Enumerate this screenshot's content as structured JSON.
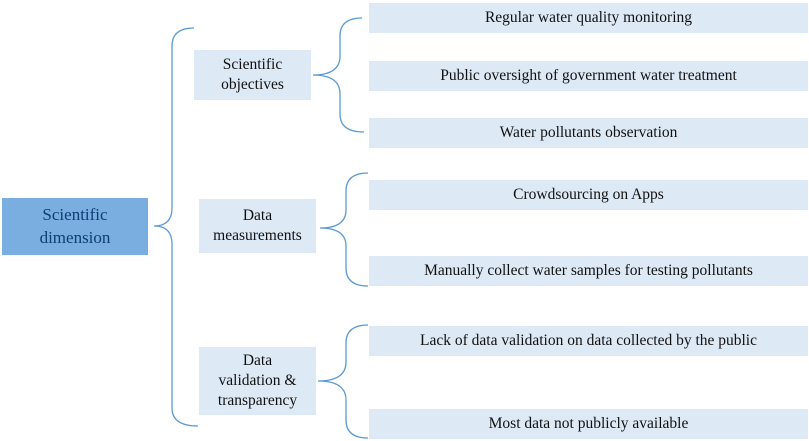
{
  "root": {
    "label": "Scientific\ndimension"
  },
  "branches": [
    {
      "label": "Scientific\nobjectives",
      "items": [
        "Regular water quality monitoring",
        "Public oversight of government water treatment",
        "Water pollutants observation"
      ]
    },
    {
      "label": "Data\nmeasurements",
      "items": [
        "Crowdsourcing on Apps",
        "Manually collect water samples for testing pollutants"
      ]
    },
    {
      "label": "Data\nvalidation &\ntransparency",
      "items": [
        "Lack of data validation on data collected by the public",
        "Most data not publicly available"
      ]
    }
  ],
  "colors": {
    "root_fill": "#7aaee0",
    "root_text": "#0f3d73",
    "box_fill": "#dde9f5",
    "bracket": "#5b9bd5"
  }
}
